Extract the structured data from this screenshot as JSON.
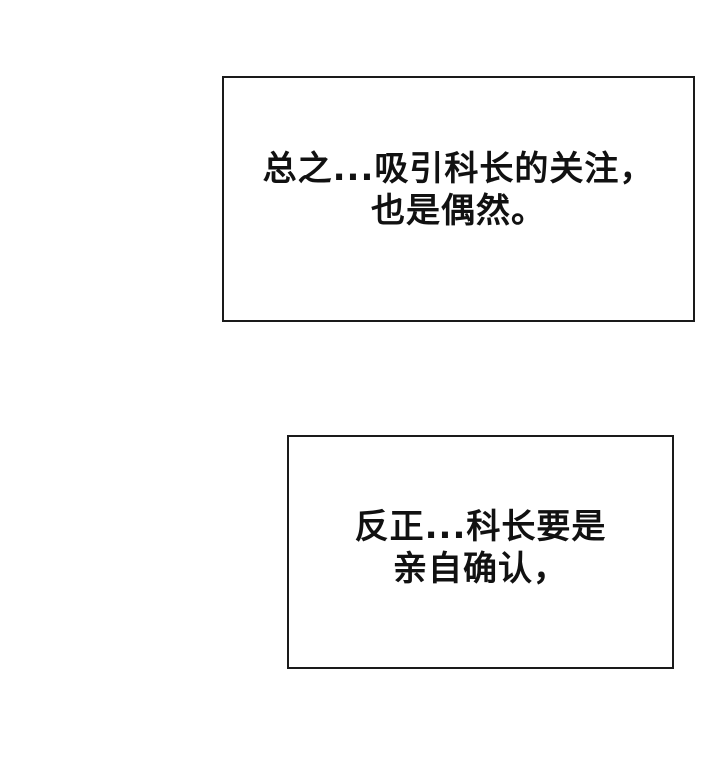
{
  "captions": [
    {
      "lines": [
        "总之...吸引科长的关注，",
        "也是偶然。"
      ]
    },
    {
      "lines": [
        "反正...科长要是",
        "亲自确认，"
      ]
    }
  ]
}
